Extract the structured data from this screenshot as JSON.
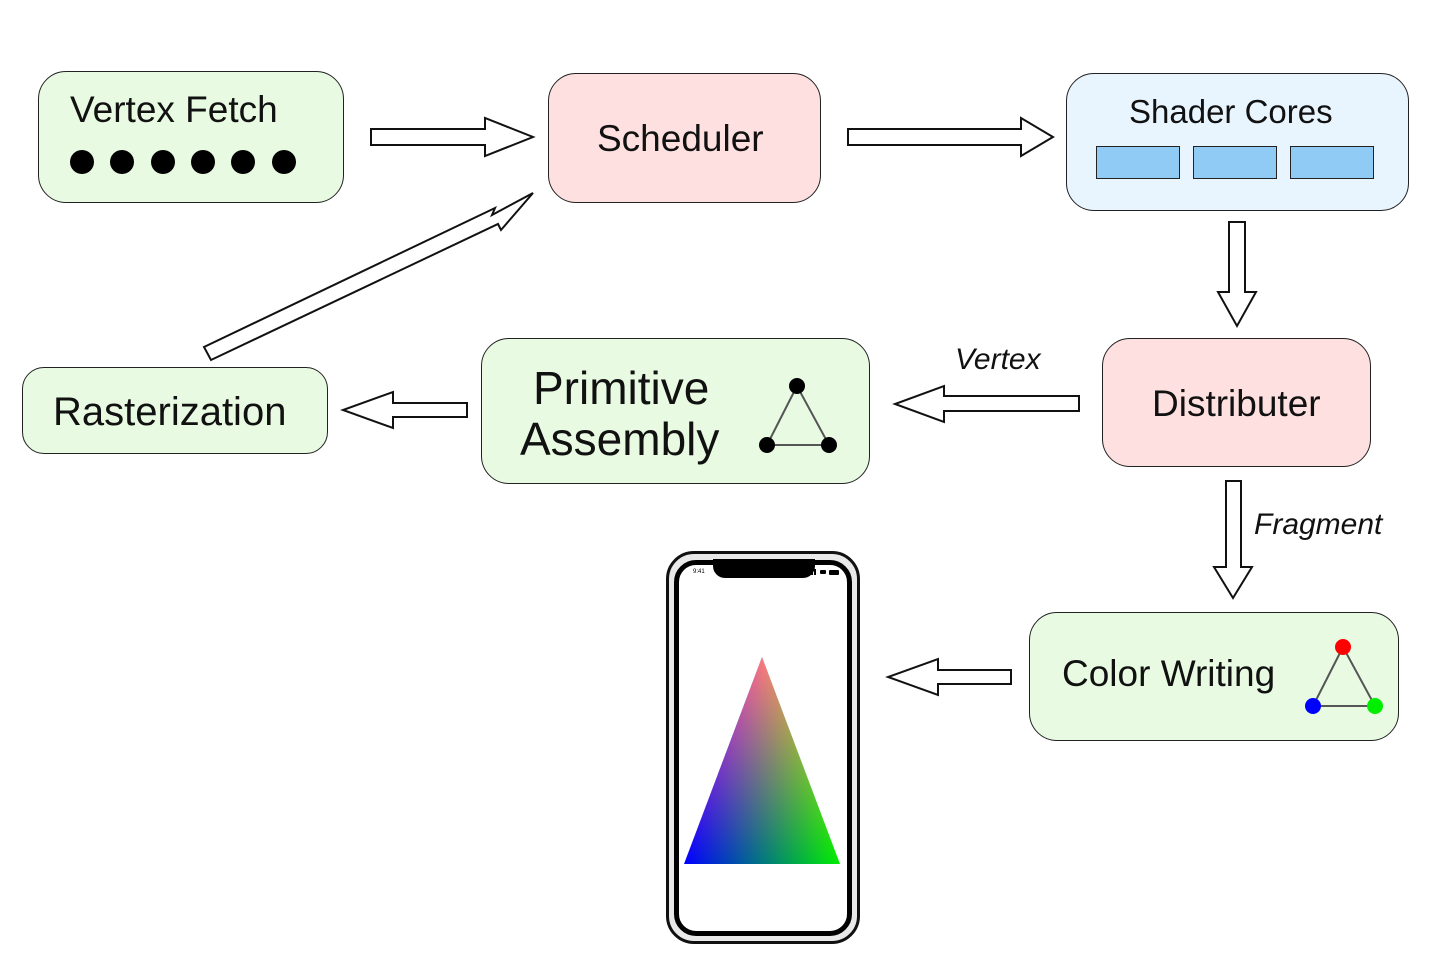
{
  "nodes": {
    "vertex_fetch": "Vertex Fetch",
    "scheduler": "Scheduler",
    "shader_cores": "Shader Cores",
    "distributer": "Distributer",
    "primitive_line1": "Primitive",
    "primitive_line2": "Assembly",
    "rasterization": "Rasterization",
    "color_writing": "Color Writing"
  },
  "edge_labels": {
    "vertex": "Vertex",
    "fragment": "Fragment"
  },
  "phone": {
    "time": "9:41"
  },
  "colors": {
    "green_fill": "#e8fbe2",
    "pink_fill": "#fde0df",
    "blue_fill": "#e8f4fe",
    "core_fill": "#8fcbf4",
    "vertex_red": "#ff0000",
    "vertex_green": "#00ee00",
    "vertex_blue": "#0000ff"
  }
}
